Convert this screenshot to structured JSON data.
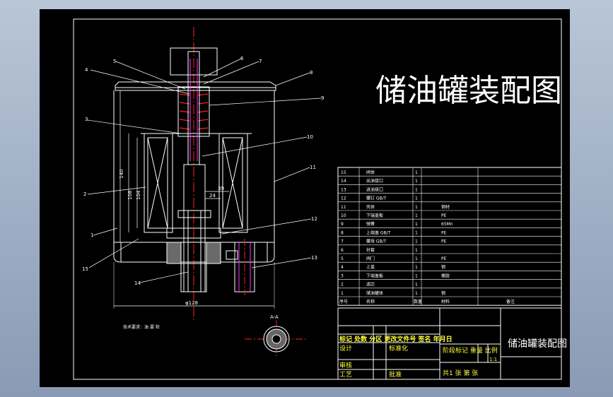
{
  "drawing": {
    "title": "储油罐装配图",
    "section_label": "A-A",
    "tech_note": "技术要求：油 漏 检",
    "dimensions": {
      "overall_width": "φ128",
      "height_140": "140",
      "height_108": "108",
      "height_104": "104",
      "d39": "39",
      "d24": "24"
    },
    "callouts": [
      "1",
      "2",
      "3",
      "4",
      "5",
      "6",
      "7",
      "8",
      "9",
      "10",
      "11",
      "12",
      "13",
      "14",
      "15"
    ]
  },
  "parts_list": {
    "rows": [
      {
        "no": "15",
        "name": "阀体",
        "qty": "1",
        "material": ""
      },
      {
        "no": "14",
        "name": "出油接口",
        "qty": "1",
        "material": ""
      },
      {
        "no": "13",
        "name": "进油接口",
        "qty": "1",
        "material": ""
      },
      {
        "no": "12",
        "name": "螺钉 GB/T",
        "qty": "1",
        "material": ""
      },
      {
        "no": "11",
        "name": "壳体",
        "qty": "1",
        "material": "钢材"
      },
      {
        "no": "10",
        "name": "下端盖板",
        "qty": "1",
        "material": "PE"
      },
      {
        "no": "9",
        "name": "弹簧",
        "qty": "1",
        "material": "65Mn"
      },
      {
        "no": "8",
        "name": "上端盖 GB/T",
        "qty": "1",
        "material": "PE"
      },
      {
        "no": "7",
        "name": "螺母 GB/T",
        "qty": "1",
        "material": "PE"
      },
      {
        "no": "6",
        "name": "衬套",
        "qty": "1",
        "material": ""
      },
      {
        "no": "5",
        "name": "阀门",
        "qty": "1",
        "material": "PE"
      },
      {
        "no": "4",
        "name": "上盖",
        "qty": "1",
        "material": "钢"
      },
      {
        "no": "3",
        "name": "下端盖板",
        "qty": "1",
        "material": "橡胶"
      },
      {
        "no": "2",
        "name": "滤芯",
        "qty": "1",
        "material": ""
      },
      {
        "no": "1",
        "name": "储油罐体",
        "qty": "1",
        "material": "钢"
      }
    ],
    "header": {
      "no": "序号",
      "name": "名称",
      "qty": "数量",
      "material": "材料",
      "remark": "备注"
    }
  },
  "title_block": {
    "change_row": "标记 处数 分区 更改文件号 签名 年月日",
    "design": "设计",
    "standardize": "标准化",
    "review": "审核",
    "process": "工艺",
    "approve": "批准",
    "stage": "阶段标记 重量 比例",
    "scale": "1:1",
    "sheets": "共1 张 第 张",
    "title": "储油罐装配图"
  }
}
